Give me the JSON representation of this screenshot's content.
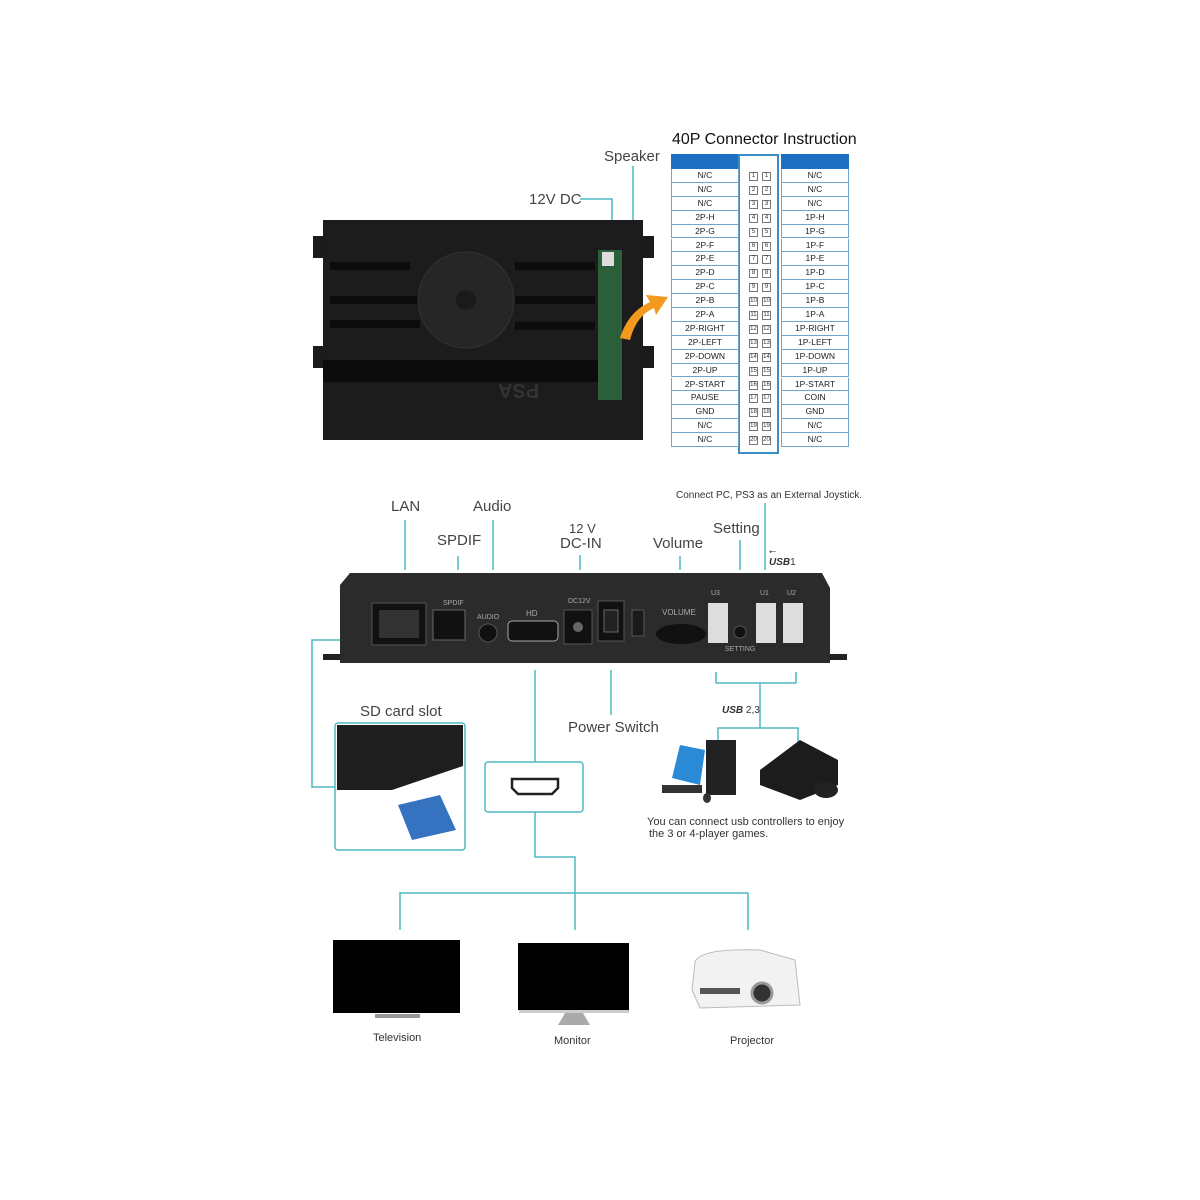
{
  "connector": {
    "title": "40P Connector Instruction",
    "left": [
      "N/C",
      "N/C",
      "N/C",
      "2P-H",
      "2P-G",
      "2P-F",
      "2P-E",
      "2P-D",
      "2P-C",
      "2P-B",
      "2P-A",
      "2P-RIGHT",
      "2P-LEFT",
      "2P-DOWN",
      "2P-UP",
      "2P-START",
      "PAUSE",
      "GND",
      "N/C",
      "N/C"
    ],
    "right": [
      "N/C",
      "N/C",
      "N/C",
      "1P-H",
      "1P-G",
      "1P-F",
      "1P-E",
      "1P-D",
      "1P-C",
      "1P-B",
      "1P-A",
      "1P-RIGHT",
      "1P-LEFT",
      "1P-DOWN",
      "1P-UP",
      "1P-START",
      "COIN",
      "GND",
      "N/C",
      "N/C"
    ],
    "pins": [
      "1",
      "2",
      "3",
      "4",
      "5",
      "6",
      "7",
      "8",
      "9",
      "10",
      "11",
      "12",
      "13",
      "14",
      "15",
      "16",
      "17",
      "18",
      "19",
      "20"
    ]
  },
  "board": {
    "speaker": "Speaker",
    "dc": "12V DC",
    "logo": "PSA"
  },
  "labels": {
    "lan": "LAN",
    "audio": "Audio",
    "spdif": "SPDIF",
    "dc_in_1": "12 V",
    "dc_in_2": "DC-IN",
    "volume": "Volume",
    "setting": "Setting",
    "external": "Connect PC, PS3 as an External Joystick.",
    "usb1": "USB",
    "usb1_num": "1",
    "usb23": "USB",
    "usb23_num": "2,3",
    "sd": "SD card slot",
    "power": "Power Switch",
    "usb_note_1": "You can connect usb controllers to enjoy",
    "usb_note_2": "the 3 or 4-player games.",
    "tv": "Television",
    "monitor": "Monitor",
    "projector": "Projector"
  },
  "panel": {
    "spdif": "SPDIF",
    "audio": "AUDIO",
    "hd": "HD",
    "dc12v": "DC12V",
    "volume": "VOLUME",
    "u3": "U3",
    "u1": "U1",
    "u2": "U2",
    "setting": "SETTING"
  },
  "colors": {
    "accent": "#4fb8c4",
    "header": "#1c6fc2",
    "arrow": "#f39a1e"
  }
}
